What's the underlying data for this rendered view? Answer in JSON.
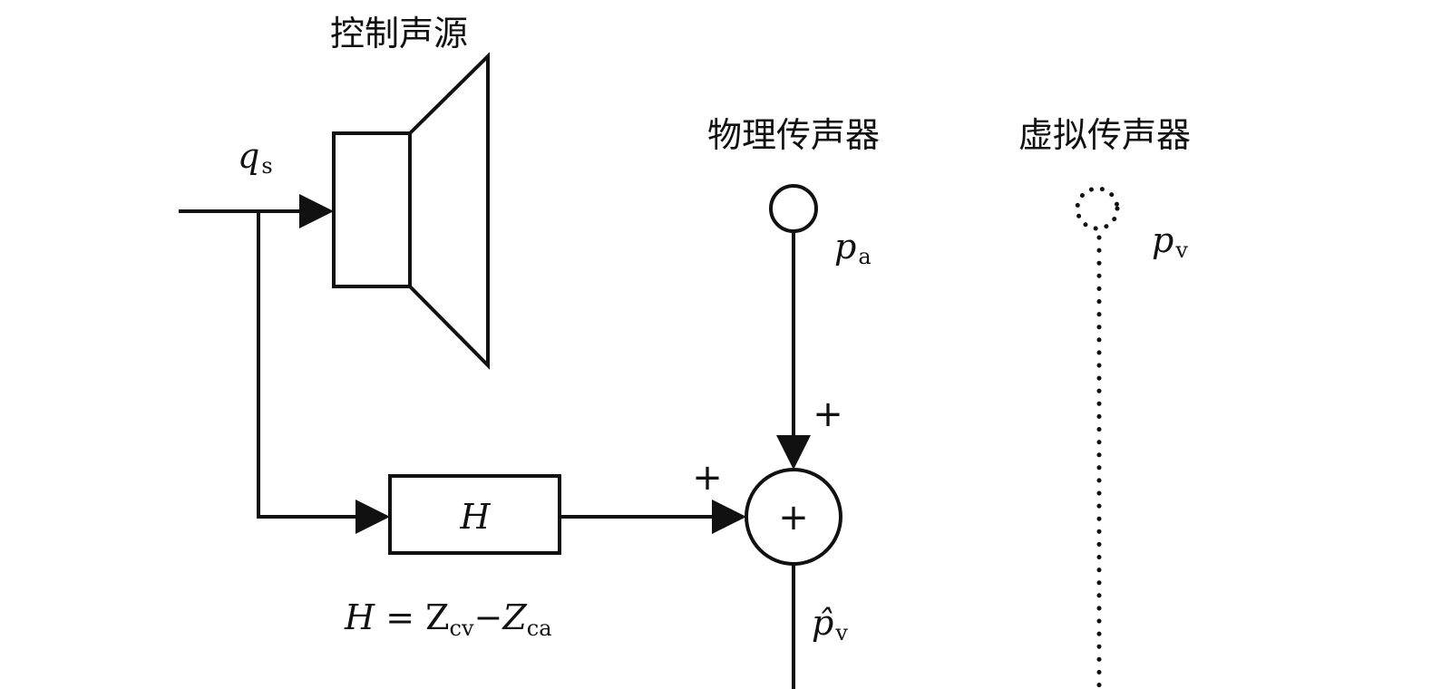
{
  "labels": {
    "control_source": "控制声源",
    "physical_mic": "物理传声器",
    "virtual_mic": "虚拟传声器"
  },
  "symbols": {
    "q_s": {
      "base": "q",
      "sub": "s"
    },
    "p_a": {
      "base": "p",
      "sub": "a"
    },
    "p_v": {
      "base": "p",
      "sub": "v"
    },
    "p_hat_v": {
      "base": "p̂",
      "sub": "v"
    },
    "H_block": "H",
    "equation": {
      "lhs": "H",
      "eq": " = Z",
      "sub1": "cv",
      "minus": "−Z",
      "sub2": "ca"
    },
    "plus_sum": "+",
    "plus_left": "+",
    "plus_top": "+"
  },
  "icons": [
    "speaker-icon",
    "microphone-icon",
    "virtual-microphone-icon",
    "summing-junction-icon"
  ]
}
